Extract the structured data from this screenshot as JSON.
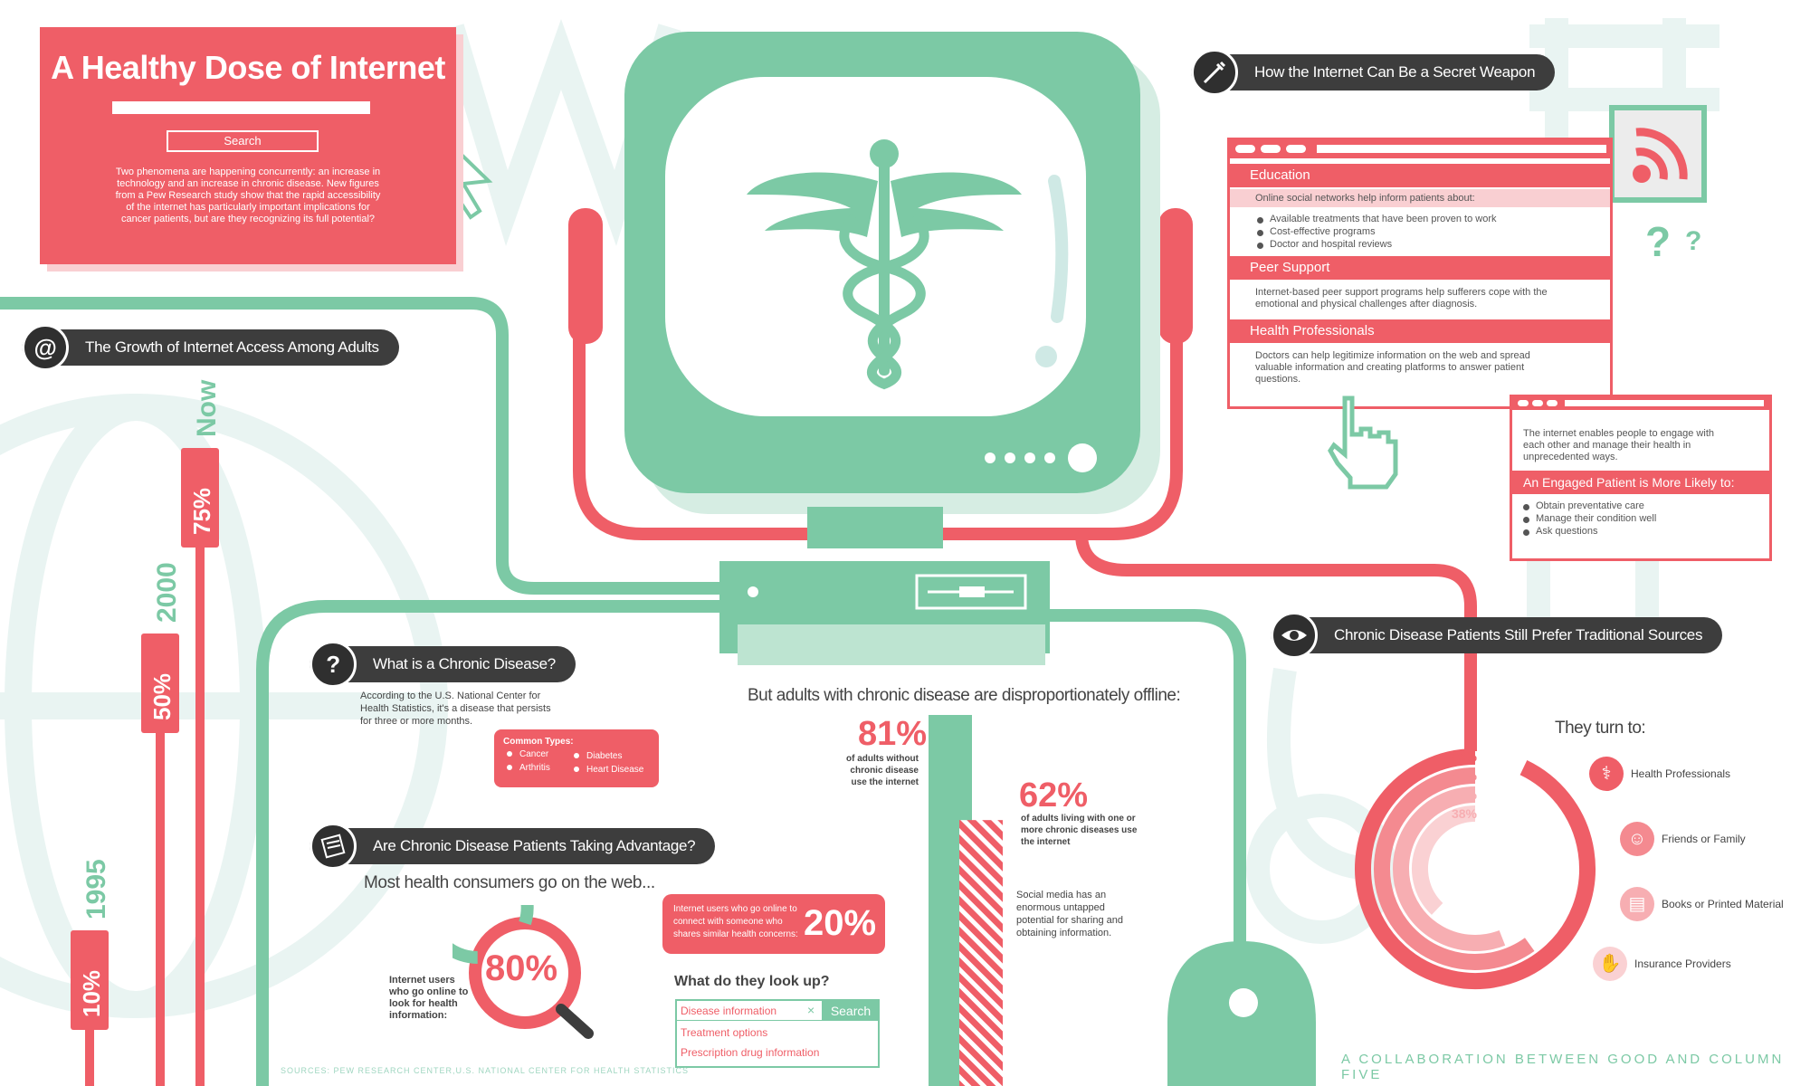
{
  "colors": {
    "red": "#ef5e67",
    "green": "#7cc9a5",
    "dark": "#3d3d3d",
    "pale": "#e9f4f2"
  },
  "header": {
    "title": "A Healthy Dose of Internet",
    "search_button": "Search",
    "intro": "Two phenomena are happening concurrently: an increase in technology and an increase in chronic disease. New figures from a Pew Research study show that the rapid accessibility of the internet has particularly important implications for cancer patients, but are they recognizing its full potential?"
  },
  "growth": {
    "title": "The Growth of Internet Access Among Adults",
    "icon": "at-icon",
    "bars": [
      {
        "year": "1995",
        "pct": "10%",
        "value": 10
      },
      {
        "year": "2000",
        "pct": "50%",
        "value": 50
      },
      {
        "year": "Now",
        "pct": "75%",
        "value": 75
      }
    ]
  },
  "secret_weapon": {
    "title": "How the Internet Can Be a Secret Weapon",
    "icon": "syringe-icon",
    "sections": [
      {
        "heading": "Education",
        "subheading": "Online social networks help inform patients about:",
        "items": [
          "Available treatments that have been proven to work",
          "Cost-effective programs",
          "Doctor and hospital reviews"
        ]
      },
      {
        "heading": "Peer Support",
        "text": "Internet-based peer support programs help sufferers cope with the emotional and physical challenges after diagnosis."
      },
      {
        "heading": "Health Professionals",
        "text": "Doctors can help legitimize information on the web and spread valuable information and creating platforms to answer patient questions."
      }
    ],
    "popup_text": "The internet enables people to engage with each other and manage their health in unprecedented ways.",
    "engaged_heading": "An Engaged Patient is More Likely to:",
    "engaged_items": [
      "Obtain preventative care",
      "Manage their condition well",
      "Ask questions"
    ]
  },
  "chronic": {
    "title": "What is a Chronic Disease?",
    "text": "According to the U.S. National Center for Health Statistics, it's a disease that persists for three or more months.",
    "types_label": "Common Types:",
    "types": [
      "Cancer",
      "Arthritis",
      "Diabetes",
      "Heart Disease"
    ]
  },
  "advantage": {
    "title": "Are Chronic Disease Patients Taking Advantage?",
    "lead": "Most health consumers go on the web...",
    "donut_pct": "80%",
    "donut_value": 80,
    "donut_caption": "Internet users who go online to look for health information:",
    "connect_text": "Internet users who go online to connect with someone who shares similar health concerns:",
    "connect_pct": "20%",
    "lookup_title": "What do they look up?",
    "lookup_items": [
      "Disease information",
      "Treatment options",
      "Prescription drug information"
    ],
    "lookup_search": "Search"
  },
  "offline": {
    "title": "But adults with chronic disease are disproportionately offline:",
    "stat1_pct": "81%",
    "stat1_value": 81,
    "stat1_text": "of adults without chronic disease use the internet",
    "stat2_pct": "62%",
    "stat2_value": 62,
    "stat2_text": "of adults living with one or more chronic diseases use the internet",
    "social_text": "Social media has an enormous untapped potential for sharing and obtaining information."
  },
  "traditional": {
    "title": "Chronic Disease Patients Still Prefer Traditional Sources",
    "icon": "eye-icon",
    "turn_to": "They turn to:",
    "sources": [
      {
        "pct": "93%",
        "value": 93,
        "label": "Health Professionals",
        "icon": "doctor-icon"
      },
      {
        "pct": "60%",
        "value": 60,
        "label": "Friends or Family",
        "icon": "people-icon"
      },
      {
        "pct": "56%",
        "value": 56,
        "label": "Books or Printed Material",
        "icon": "book-icon"
      },
      {
        "pct": "38%",
        "value": 38,
        "label": "Insurance Providers",
        "icon": "hand-icon"
      }
    ]
  },
  "footer": {
    "sources": "SOURCES: PEW RESEARCH CENTER,U.S. NATIONAL CENTER FOR HEALTH STATISTICS",
    "collab": "A COLLABORATION BETWEEN GOOD AND COLUMN FIVE"
  }
}
